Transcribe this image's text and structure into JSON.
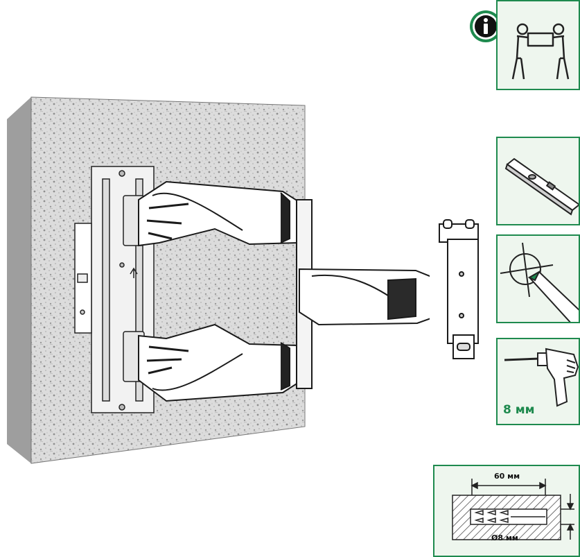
{
  "panels": {
    "info_icon_name": "info-icon",
    "people_icon_name": "two-person-carry-icon",
    "level_icon_name": "spirit-level-icon",
    "pencil_icon_name": "pencil-mark-icon",
    "drill_icon_name": "drill-icon",
    "drill_size": "8 мм",
    "hole_depth": "60 мм",
    "hole_diameter": "Ø8 мм"
  },
  "colors": {
    "accent": "#1e8a4e",
    "panel_bg": "#eef6ee",
    "wall_face": "#d9d9d9",
    "wall_side": "#a0a0a0"
  }
}
